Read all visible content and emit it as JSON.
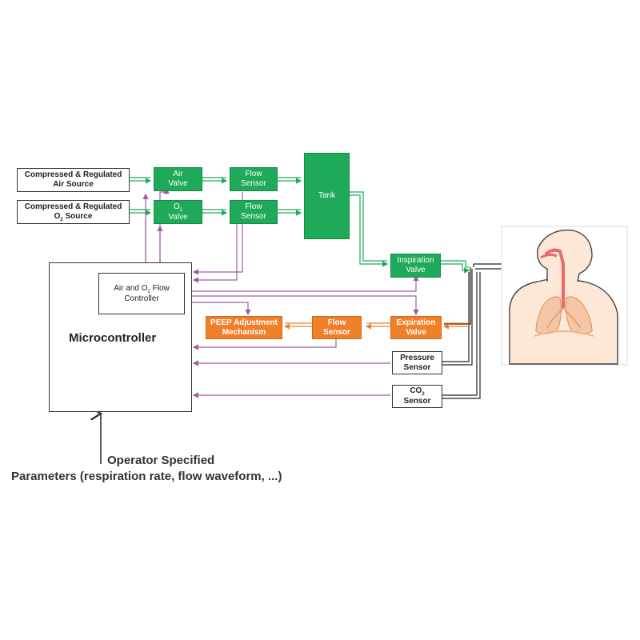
{
  "sources": {
    "air": {
      "line1": "Compressed & Regulated",
      "line2": "Air Source"
    },
    "o2": {
      "line1": "Compressed & Regulated",
      "line2a": "O",
      "line2sub": "2",
      "line2b": " Source"
    }
  },
  "air_valve": {
    "line1": "Air",
    "line2": "Valve"
  },
  "o2_valve": {
    "line1a": "O",
    "line1sub": "2",
    "line2": "Valve"
  },
  "flow_sensor_air": {
    "line1": "Flow",
    "line2": "Sensor"
  },
  "flow_sensor_o2": {
    "line1": "Flow",
    "line2": "Sensor"
  },
  "tank": {
    "label": "Tank"
  },
  "inspiration_valve": {
    "line1": "Inspiration",
    "line2": "Valve"
  },
  "expiration_valve": {
    "line1": "Expiration",
    "line2": "Valve"
  },
  "flow_sensor_exp": {
    "line1": "Flow",
    "line2": "Sensor"
  },
  "peep": {
    "line1": "PEEP Adjustment",
    "line2": "Mechanism"
  },
  "flow_controller": {
    "line1a": "Air and O",
    "line1sub": "2",
    "line1b": " Flow",
    "line2": "Controller"
  },
  "microcontroller": {
    "label": "Microcontroller"
  },
  "pressure_sensor": {
    "line1": "Pressure",
    "line2": "Sensor"
  },
  "co2_sensor": {
    "line1a": "CO",
    "line1sub": "2",
    "line2": "Sensor"
  },
  "operator": {
    "line1": "Operator Specified",
    "line2": "Parameters (respiration rate, flow waveform, ...)"
  },
  "colors": {
    "green": "#1faa5a",
    "orange": "#f07f2a",
    "signal_line": "#a05aa8",
    "gas_line": "#1faa5a",
    "exhale_line": "#f07f2a",
    "tube": "#222222"
  }
}
